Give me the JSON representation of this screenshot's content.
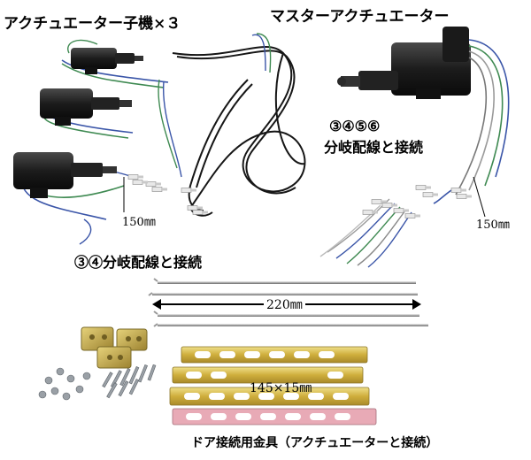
{
  "labels": {
    "slave_title": "アクチュエーター子機×３",
    "master_title": "マスターアクチュエーター",
    "master_wiring_nums": "③④⑤⑥",
    "master_wiring_text": "分岐配線と接続",
    "slave_wiring": "③④分岐配線と接続",
    "slave_length": "150㎜",
    "master_length": "150㎜",
    "rod_length": "220㎜",
    "plate_size": "145×15㎜",
    "hardware_caption": "ドア接続用金具（アクチュエーターと接続）"
  },
  "colors": {
    "actuator_body": "#1c1c1c",
    "wire_blue": "#3a55a8",
    "wire_green": "#3f8a52",
    "wire_gray": "#9a9a9a",
    "harness_black": "#161616",
    "rod_silver": "#b8b8b8",
    "plate_gold": "#d2b54a",
    "plate_pink": "#e8aab6",
    "hardware_steel": "#9aa0a6"
  }
}
